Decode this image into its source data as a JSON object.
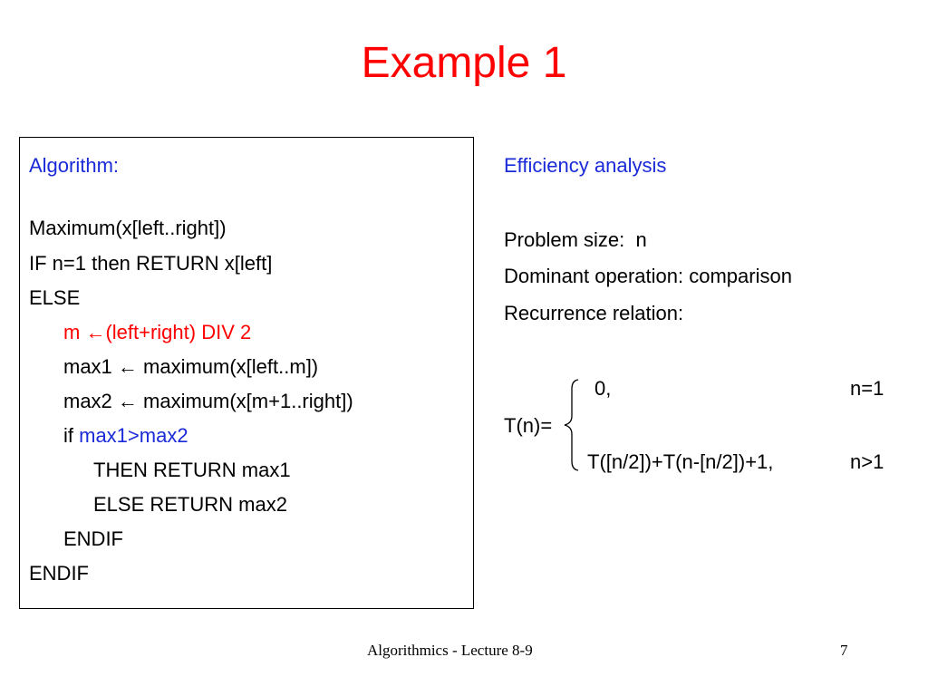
{
  "slide": {
    "title": "Example 1",
    "algorithm": {
      "heading": "Algorithm:",
      "lines": [
        "Maximum(x[left..right])",
        "IF n=1 then RETURN x[left]",
        "ELSE",
        "m ←(left+right) DIV 2",
        "max1 ← maximum(x[left..m])",
        "max2 ← maximum(x[m+1..right])",
        "if ",
        "max1>max2",
        "THEN RETURN max1",
        "ELSE RETURN max2",
        "ENDIF",
        "ENDIF"
      ]
    },
    "analysis": {
      "heading": "Efficiency analysis",
      "problem_size": "Problem size:  n",
      "dominant_operation": "Dominant operation: comparison",
      "recurrence_label": "Recurrence relation:",
      "lhs": "T(n)=",
      "case1_value": "0,",
      "case1_condition": "n=1",
      "case2_value": "T([n/2])+T(n-[n/2])+1,",
      "case2_condition": "n>1"
    },
    "footer": {
      "text": "Algorithmics - Lecture 8-9",
      "page": "7"
    },
    "colors": {
      "title": "#ff0000",
      "heading": "#1a2ad8",
      "highlight": "#ff0000"
    }
  }
}
